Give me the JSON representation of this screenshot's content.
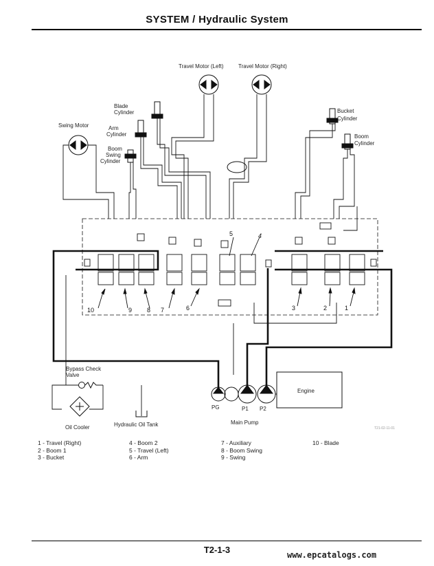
{
  "header": {
    "title": "SYSTEM / Hydraulic System"
  },
  "components": {
    "travel_motor_left": "Travel Motor (Left)",
    "travel_motor_right": "Travel Motor (Right)",
    "blade_cylinder": [
      "Blade",
      "Cylinder"
    ],
    "arm_cylinder": [
      "Arm",
      "Cylinder"
    ],
    "boom_swing_cylinder": [
      "Boom",
      "Swing",
      "Cylinder"
    ],
    "swing_motor": "Swing Motor",
    "bucket_cylinder": [
      "Bucket",
      "Cylinder"
    ],
    "boom_cylinder": [
      "Boom",
      "Cylinder"
    ],
    "bypass_check_valve": [
      "Bypass Check",
      "Valve"
    ],
    "oil_cooler": "Oil Cooler",
    "hydraulic_oil_tank": "Hydraulic Oil Tank",
    "main_pump": "Main Pump",
    "engine": "Engine",
    "pump_pg": "PG",
    "pump_p1": "P1",
    "pump_p2": "P2"
  },
  "section_numbers": [
    "10",
    "9",
    "8",
    "7",
    "6",
    "5",
    "4",
    "3",
    "2",
    "1"
  ],
  "legend": {
    "col1": [
      "1 -   Travel (Right)",
      "2 -   Boom 1",
      "3 -   Bucket"
    ],
    "col2": [
      "4 -   Boom 2",
      "5 -   Travel (Left)",
      "6 -   Arm"
    ],
    "col3": [
      "7 -   Auxiliary",
      "8 -   Boom Swing",
      "9 -   Swing"
    ],
    "col4": [
      "10 - Blade"
    ]
  },
  "figure_code": "T21-02-11-01",
  "footer": {
    "page": "T2-1-3",
    "watermark": "www.epcatalogs.com"
  }
}
